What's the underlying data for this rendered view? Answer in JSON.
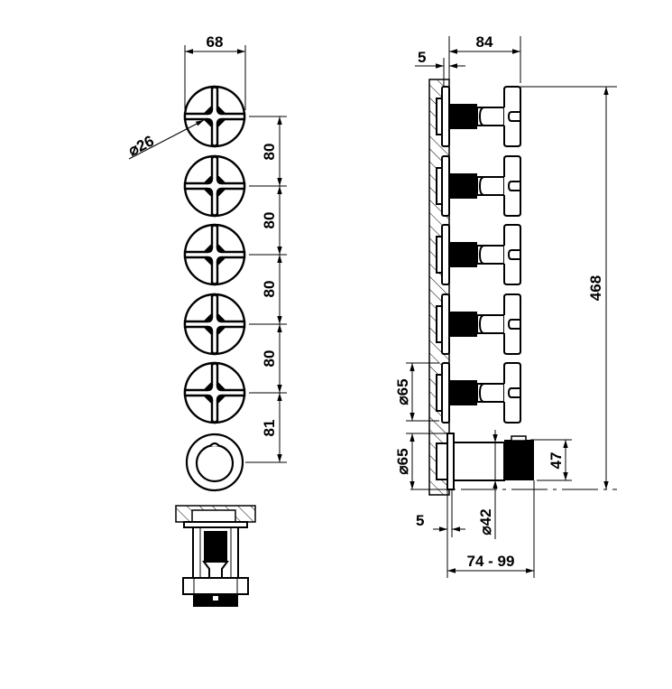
{
  "drawing": {
    "front_view": {
      "width_dim": "68",
      "knob_diameter": "26",
      "diameter_symbol": "⌀",
      "spacings": [
        "80",
        "80",
        "80",
        "80",
        "81"
      ]
    },
    "side_view": {
      "depth_dim": "84",
      "wall_offset_top": "5",
      "total_height": "468",
      "handle_diameter": "65",
      "diverter_diameter": "65",
      "diverter_knob_height": "47",
      "spout_diameter": "42",
      "wall_offset_bottom": "5",
      "projection_range": "74 - 99"
    },
    "colors": {
      "line": "#000000",
      "background": "#ffffff"
    }
  }
}
